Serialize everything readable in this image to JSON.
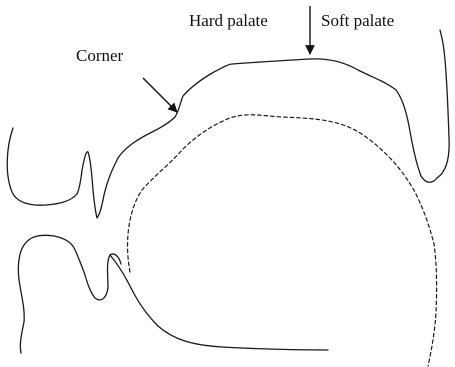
{
  "labels": {
    "hard_palate": "Hard palate",
    "soft_palate": "Soft palate",
    "corner": "Corner"
  }
}
